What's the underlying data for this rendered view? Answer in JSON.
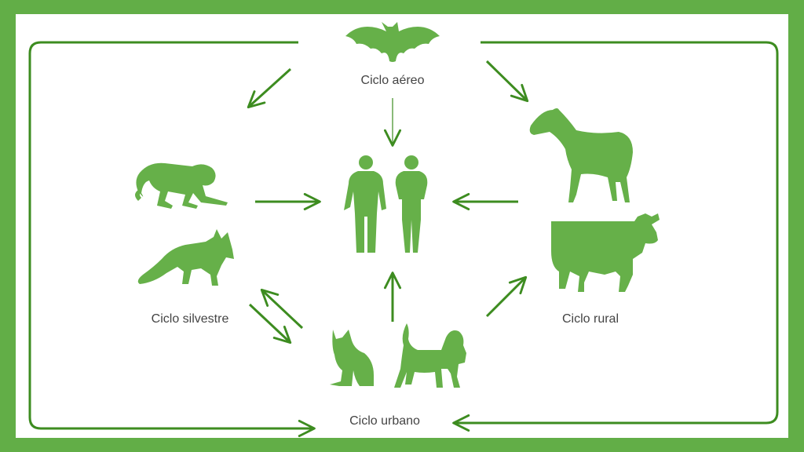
{
  "colors": {
    "frame": "#62ae47",
    "silhouette": "#66b049",
    "arrow": "#3d8c20",
    "label": "#444444"
  },
  "cycles": {
    "aereo": {
      "label": "Ciclo aéreo",
      "icons": [
        "bat-icon"
      ]
    },
    "silvestre": {
      "label": "Ciclo silvestre",
      "icons": [
        "monkey-icon",
        "fox-icon"
      ]
    },
    "rural": {
      "label": "Ciclo rural",
      "icons": [
        "horse-icon",
        "cow-icon"
      ]
    },
    "urbano": {
      "label": "Ciclo urbano",
      "icons": [
        "cat-icon",
        "dog-icon"
      ]
    },
    "center": {
      "icons": [
        "man-icon",
        "woman-icon"
      ]
    }
  }
}
